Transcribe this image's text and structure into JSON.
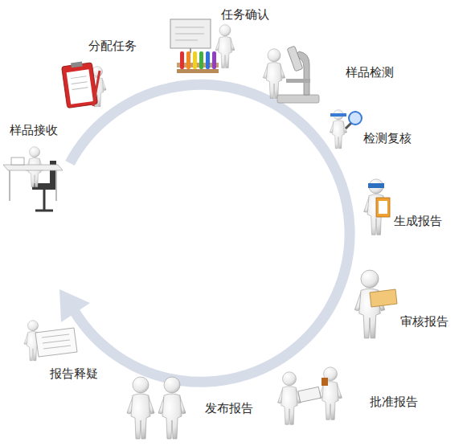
{
  "diagram": {
    "labels": [
      "样品接收",
      "分配任务",
      "任务确认",
      "样品检测",
      "检测复核",
      "生成报告",
      "审核报告",
      "批准报告",
      "发布报告",
      "报告释疑"
    ]
  }
}
